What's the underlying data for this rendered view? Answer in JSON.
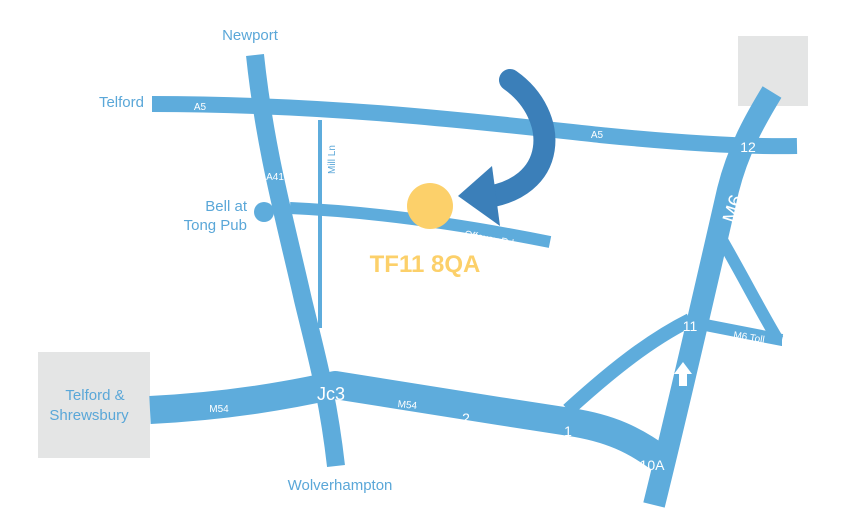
{
  "colors": {
    "road": "#5eacdc",
    "label": "#5aa7d8",
    "grey_box": "#e4e5e5",
    "marker": "#fcd06a",
    "arrow": "#3b7fb9"
  },
  "places": {
    "newport": "Newport",
    "telford": "Telford",
    "bell_pub_line1": "Bell at",
    "bell_pub_line2": "Tong Pub",
    "telford_shrewsbury_line1": "Telford &",
    "telford_shrewsbury_line2": "Shrewsbury",
    "wolverhampton": "Wolverhampton"
  },
  "roads": {
    "a5_west": "A5",
    "a5_east": "A5",
    "a41": "A41",
    "mill_ln": "Mill Ln",
    "offoxey_rd": "Offoxey Rd",
    "m54_west": "M54",
    "m54_east": "M54",
    "m6": "M6",
    "m6_toll": "M6 Toll"
  },
  "junctions": {
    "jc3": "Jc3",
    "j2": "2",
    "j1": "1",
    "j10a": "10A",
    "j11": "11",
    "j12": "12"
  },
  "destination": {
    "postcode": "TF11 8QA",
    "marker_icon": "location-dot-icon",
    "pointer_icon": "curved-arrow-icon"
  }
}
